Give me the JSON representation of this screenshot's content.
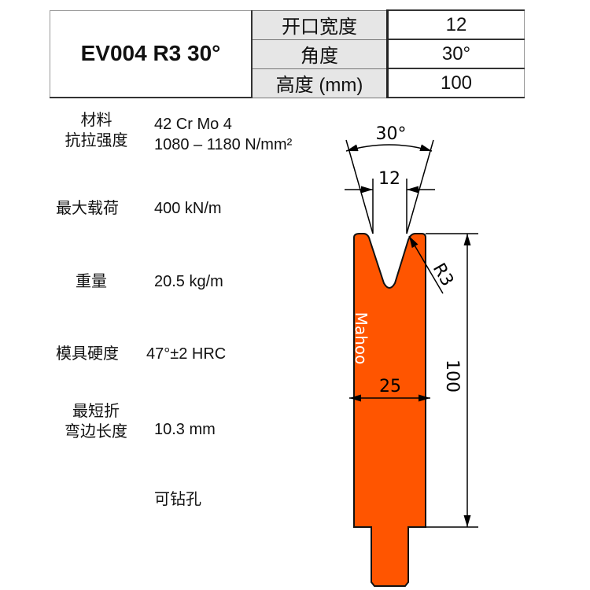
{
  "header": {
    "model": "EV004 R3 30°",
    "rows": [
      {
        "label": "开口宽度",
        "value": "12"
      },
      {
        "label": "角度",
        "value": "30°"
      },
      {
        "label": "高度 (mm)",
        "value": "100"
      }
    ]
  },
  "specs": [
    {
      "label1": "材料",
      "label2": "抗拉强度",
      "value1": "42 Cr Mo 4",
      "value2": "1080 – 1180 N/mm²"
    },
    {
      "label": "最大载荷",
      "value": "400 kN/m"
    },
    {
      "label": "重量",
      "value": "20.5 kg/m"
    },
    {
      "label": "模具硬度",
      "value": "47°±2 HRC"
    },
    {
      "label1": "最短折",
      "label2": "弯边长度",
      "value": "10.3 mm"
    }
  ],
  "note": "可钻孔",
  "drawing": {
    "angle": "30°",
    "opening": "12",
    "radius": "R3",
    "width": "25",
    "height": "100",
    "brand": "Mahoo",
    "fill": "#ff5500"
  }
}
